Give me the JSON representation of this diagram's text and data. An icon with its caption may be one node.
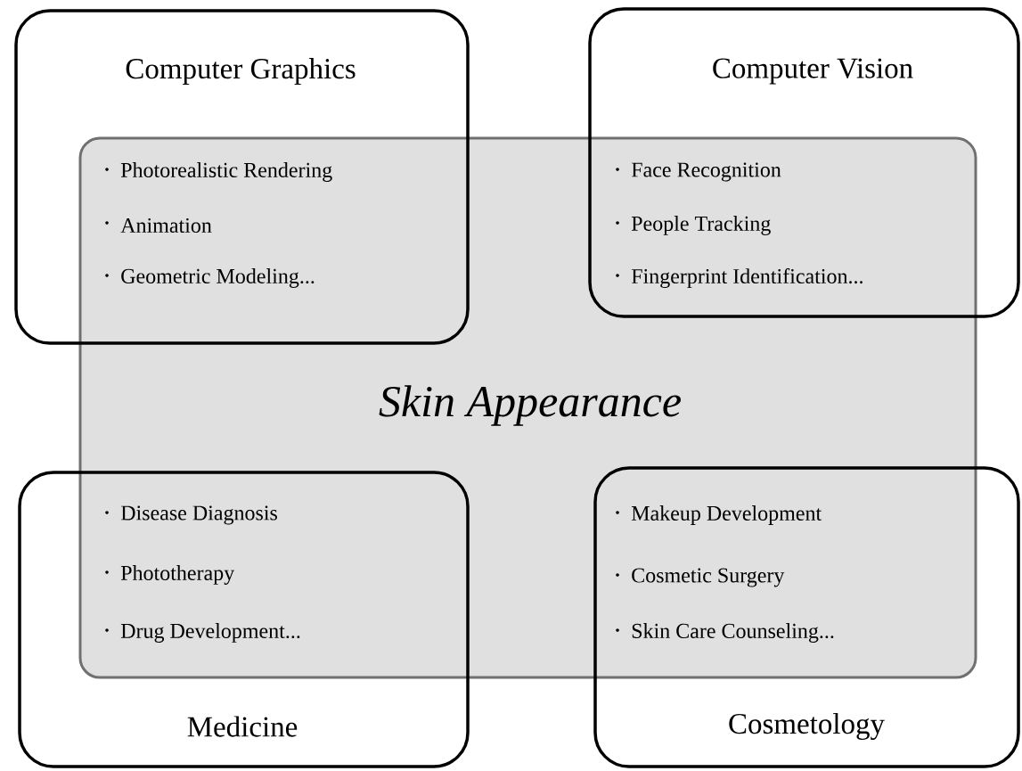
{
  "diagram": {
    "nodes": [
      {
        "text": [
          "Computer Graphics",
          "Photorealistic Rendering",
          "Animation",
          "Geometric Modeling..."
        ]
      },
      {
        "text": [
          "Computer Vision",
          "Face Recognition",
          "People Tracking",
          "Fingerprint Identification..."
        ]
      },
      {
        "text": [
          "Skin Appearance"
        ]
      },
      {
        "text": [
          "Disease Diagnosis",
          "Phototherapy",
          "Drug Development...",
          "Medicine"
        ]
      },
      {
        "text": [
          "Makeup Development",
          "Cosmetic Surgery",
          "Skin Care Counseling...",
          "Cosmetology"
        ]
      }
    ]
  }
}
